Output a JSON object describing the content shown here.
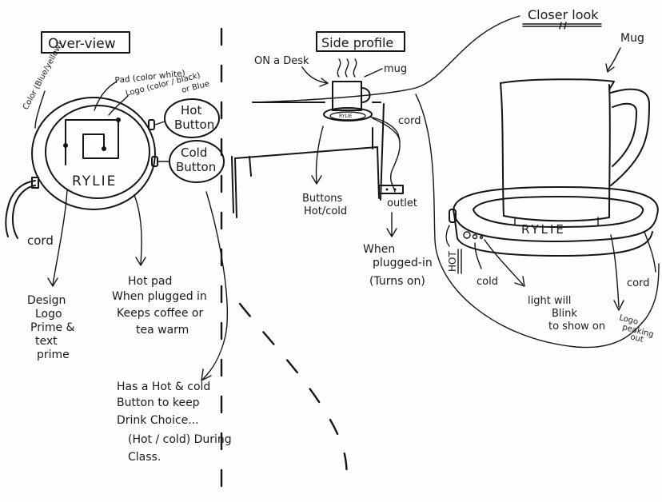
{
  "sections": {
    "overview": "Over-view",
    "side_profile": "Side profile",
    "closer_look": "Closer look"
  },
  "overview": {
    "color_label": "Color (Blue/yellow)",
    "pad_label": "Pad (color white)",
    "logo_label_line1": "Logo (color / black)",
    "logo_label_line2": "or Blue",
    "hot_button_line1": "Hot",
    "hot_button_line2": "Button",
    "cold_button_line1": "Cold",
    "cold_button_line2": "Button",
    "brand": "RYLIE",
    "cord": "cord",
    "design_note": [
      "Design",
      "Logo",
      "Prime &",
      "text",
      "prime"
    ],
    "hot_pad_note": [
      "Hot pad",
      "When plugged in",
      "Keeps coffee or",
      "tea warm"
    ],
    "buttons_note": [
      "Has a Hot & cold",
      "Button to keep",
      "Drink Choice...",
      "(Hot / cold) During",
      "Class."
    ]
  },
  "side": {
    "on_desk": "ON a Desk",
    "mug": "mug",
    "cord": "cord",
    "buttons_line1": "Buttons",
    "buttons_line2": "Hot/cold",
    "outlet": "outlet",
    "plugged_note": [
      "When",
      "plugged-in",
      "(Turns on)"
    ],
    "pad_brand": "RYLIE"
  },
  "closer": {
    "mug": "Mug",
    "brand": "RYLIE",
    "hot": "HOT",
    "cold": "cold",
    "cord": "cord",
    "light_note": [
      "light will",
      "Blink",
      "to show on"
    ],
    "logo_note": [
      "Logo",
      "peaking",
      "out"
    ]
  }
}
